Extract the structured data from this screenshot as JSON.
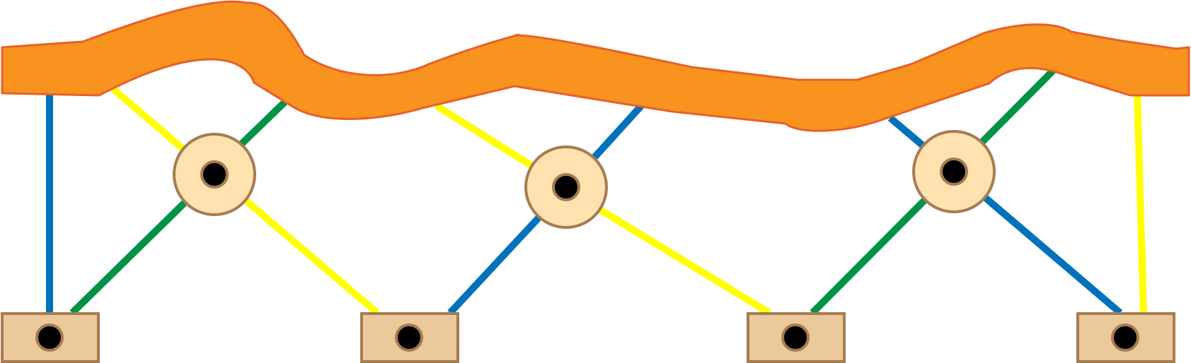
{
  "colors": {
    "background": "#ffffff",
    "band_fill": "#f7931e",
    "band_stroke": "#e8602a",
    "blue": "#0071bc",
    "green": "#009245",
    "yellow": "#ffff00",
    "hub_fill": "#ffe2b0",
    "block_fill": "#ecc99a",
    "part_stroke": "#a67c52",
    "hole": "#000000"
  },
  "parts": {
    "band": "orange-band",
    "hubs": [
      "hub-1",
      "hub-2",
      "hub-3"
    ],
    "blocks": [
      "block-1",
      "block-2",
      "block-3",
      "block-4"
    ]
  }
}
